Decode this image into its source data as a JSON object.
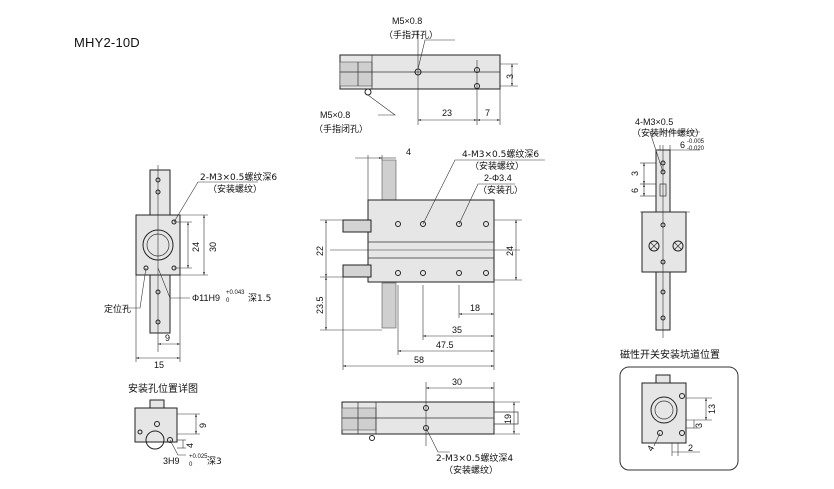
{
  "model": "MHY2-10D",
  "top_view": {
    "m5_open_size": "M5×0.8",
    "m5_open_desc": "（手指开孔）",
    "m5_close_size": "M5×0.8",
    "m5_close_desc": "（手指闭孔）",
    "dim_3": "3",
    "dim_23": "23",
    "dim_7": "7"
  },
  "left_view": {
    "tap_size": "2-M3×0.5螺纹深6",
    "tap_desc": "（安装螺纹）",
    "dim_30": "30",
    "dim_24": "24",
    "pin_label": "定位孔",
    "bore": "Φ11H9",
    "bore_tol_upper": "+0.043",
    "bore_tol_lower": "0",
    "bore_depth": "深1.5",
    "dim_9": "9",
    "dim_15": "15"
  },
  "front_view": {
    "dim_4": "4",
    "tap_size": "4-M3×0.5螺纹深6",
    "tap_desc": "（安装螺纹）",
    "hole_size": "2-Φ3.4",
    "hole_desc": "（安装孔）",
    "dim_22": "22",
    "dim_24": "24",
    "dim_23_5": "23.5",
    "dim_18": "18",
    "dim_35": "35",
    "dim_47_5": "47.5",
    "dim_58": "58"
  },
  "right_view": {
    "tap_size": "4-M3×0.5",
    "tap_desc": "（安装附件螺纹）",
    "dim_6": "6",
    "tol_upper": "-0.005",
    "tol_lower": "-0.020",
    "dim_3": "3",
    "dim_6b": "6"
  },
  "detail_view": {
    "title": "安装孔位置详图",
    "dim_9": "9",
    "dim_4": "4",
    "hole": "3H9",
    "hole_tol_upper": "+0.025",
    "hole_tol_lower": "0",
    "hole_depth": "深3"
  },
  "bottom_view": {
    "dim_30": "30",
    "dim_19": "19",
    "tap_size": "2-M3×0.5螺纹深4",
    "tap_desc": "（安装螺纹）"
  },
  "switch_view": {
    "title": "磁性开关安装坑道位置",
    "dim_13": "13",
    "dim_3": "3",
    "dim_2": "2",
    "dim_4": "4"
  }
}
